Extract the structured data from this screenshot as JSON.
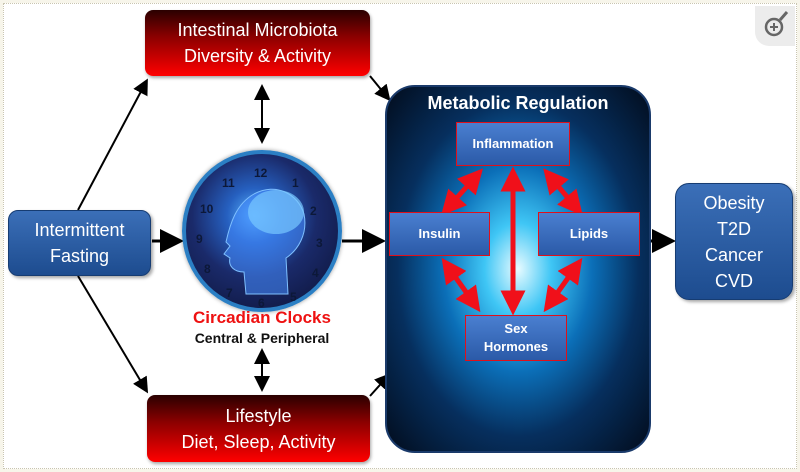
{
  "microbiota": {
    "title": "Intestinal Microbiota",
    "subtitle": "Diversity & Activity"
  },
  "lifestyle": {
    "title": "Lifestyle",
    "subtitle": "Diet, Sleep, Activity"
  },
  "fasting": {
    "line1": "Intermittent",
    "line2": "Fasting"
  },
  "clock": {
    "title": "Circadian Clocks",
    "subtitle": "Central & Peripheral",
    "numbers": [
      "12",
      "1",
      "2",
      "3",
      "4",
      "5",
      "6",
      "7",
      "8",
      "9",
      "10",
      "11"
    ]
  },
  "metabolic": {
    "title": "Metabolic Regulation",
    "inflammation": "Inflammation",
    "insulin": "Insulin",
    "lipids": "Lipids",
    "sex_line1": "Sex",
    "sex_line2": "Hormones"
  },
  "outcomes": [
    "Obesity",
    "T2D",
    "Cancer",
    "CVD"
  ],
  "colors": {
    "red": "#ff0000",
    "blue": "#2b5aa8",
    "navy": "#062f5e"
  },
  "icons": {
    "zoom": "zoom-in-icon"
  }
}
